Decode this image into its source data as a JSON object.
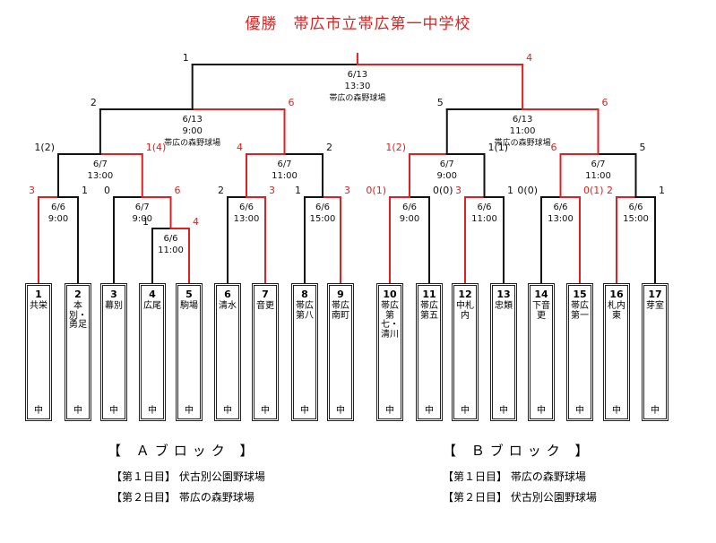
{
  "title": "優勝　帯広市立帯広第一中学校",
  "teams": [
    {
      "num": "1",
      "name": "共栄",
      "suffix": "中"
    },
    {
      "num": "2",
      "name": "本別・勇足",
      "suffix": "中"
    },
    {
      "num": "3",
      "name": "幕別",
      "suffix": "中"
    },
    {
      "num": "4",
      "name": "広尾",
      "suffix": "中"
    },
    {
      "num": "5",
      "name": "駒場",
      "suffix": "中"
    },
    {
      "num": "6",
      "name": "清水",
      "suffix": "中"
    },
    {
      "num": "7",
      "name": "音更",
      "suffix": "中"
    },
    {
      "num": "8",
      "name": "帯広第八",
      "suffix": "中"
    },
    {
      "num": "9",
      "name": "帯広南町",
      "suffix": "中"
    },
    {
      "num": "10",
      "name": "帯広第七・清川",
      "suffix": "中"
    },
    {
      "num": "11",
      "name": "帯広第五",
      "suffix": "中"
    },
    {
      "num": "12",
      "name": "中札内",
      "suffix": "中"
    },
    {
      "num": "13",
      "name": "忠類",
      "suffix": "中"
    },
    {
      "num": "14",
      "name": "下音更",
      "suffix": "中"
    },
    {
      "num": "15",
      "name": "帯広第一",
      "suffix": "中"
    },
    {
      "num": "16",
      "name": "札内東",
      "suffix": "中"
    },
    {
      "num": "17",
      "name": "芽室",
      "suffix": "中"
    }
  ],
  "matches": [
    {
      "left": "3",
      "right": "1",
      "date": "6/6",
      "time": "9:00",
      "winner": "left"
    },
    {
      "left": "1",
      "right": "4",
      "date": "6/6",
      "time": "11:00",
      "winner": "right"
    },
    {
      "left": "0",
      "right": "6",
      "date": "6/7",
      "time": "9:00",
      "winner": "right"
    },
    {
      "left": "2",
      "right": "3",
      "date": "6/6",
      "time": "13:00",
      "winner": "right"
    },
    {
      "left": "1",
      "right": "3",
      "date": "6/6",
      "time": "15:00",
      "winner": "right"
    },
    {
      "left": "0(1)",
      "right": "0(0)",
      "date": "6/6",
      "time": "9:00",
      "winner": "left"
    },
    {
      "left": "3",
      "right": "1",
      "date": "6/6",
      "time": "11:00",
      "winner": "left"
    },
    {
      "left": "0(0)",
      "right": "0(1)",
      "date": "6/6",
      "time": "13:00",
      "winner": "right"
    },
    {
      "left": "2",
      "right": "1",
      "date": "6/6",
      "time": "15:00",
      "winner": "left"
    },
    {
      "left": "1(2)",
      "right": "1(4)",
      "date": "6/7",
      "time": "13:00",
      "winner": "right"
    },
    {
      "left": "4",
      "right": "2",
      "date": "6/7",
      "time": "11:00",
      "winner": "left"
    },
    {
      "left": "1(2)",
      "right": "1(1)",
      "date": "6/7",
      "time": "9:00",
      "winner": "left"
    },
    {
      "left": "6",
      "right": "5",
      "date": "6/7",
      "time": "11:00",
      "winner": "left"
    },
    {
      "left": "2",
      "right": "6",
      "date": "6/13",
      "time": "9:00",
      "venue": "帯広の森野球場",
      "winner": "right"
    },
    {
      "left": "5",
      "right": "6",
      "date": "6/13",
      "time": "11:00",
      "venue": "帯広の森野球場",
      "winner": "right"
    },
    {
      "left": "1",
      "right": "4",
      "date": "6/13",
      "time": "13:30",
      "venue": "帯広の森野球場",
      "winner": "right"
    }
  ],
  "blocks": {
    "a": {
      "title": "【 Ａブロック 】",
      "day1": "【第１日目】 伏古別公園野球場",
      "day2": "【第２日目】 帯広の森野球場"
    },
    "b": {
      "title": "【 Ｂブロック 】",
      "day1": "【第１日目】 帯広の森野球場",
      "day2": "【第２日目】 伏古別公園野球場"
    }
  },
  "colors": {
    "win": "#e02020",
    "line": "#111111"
  }
}
